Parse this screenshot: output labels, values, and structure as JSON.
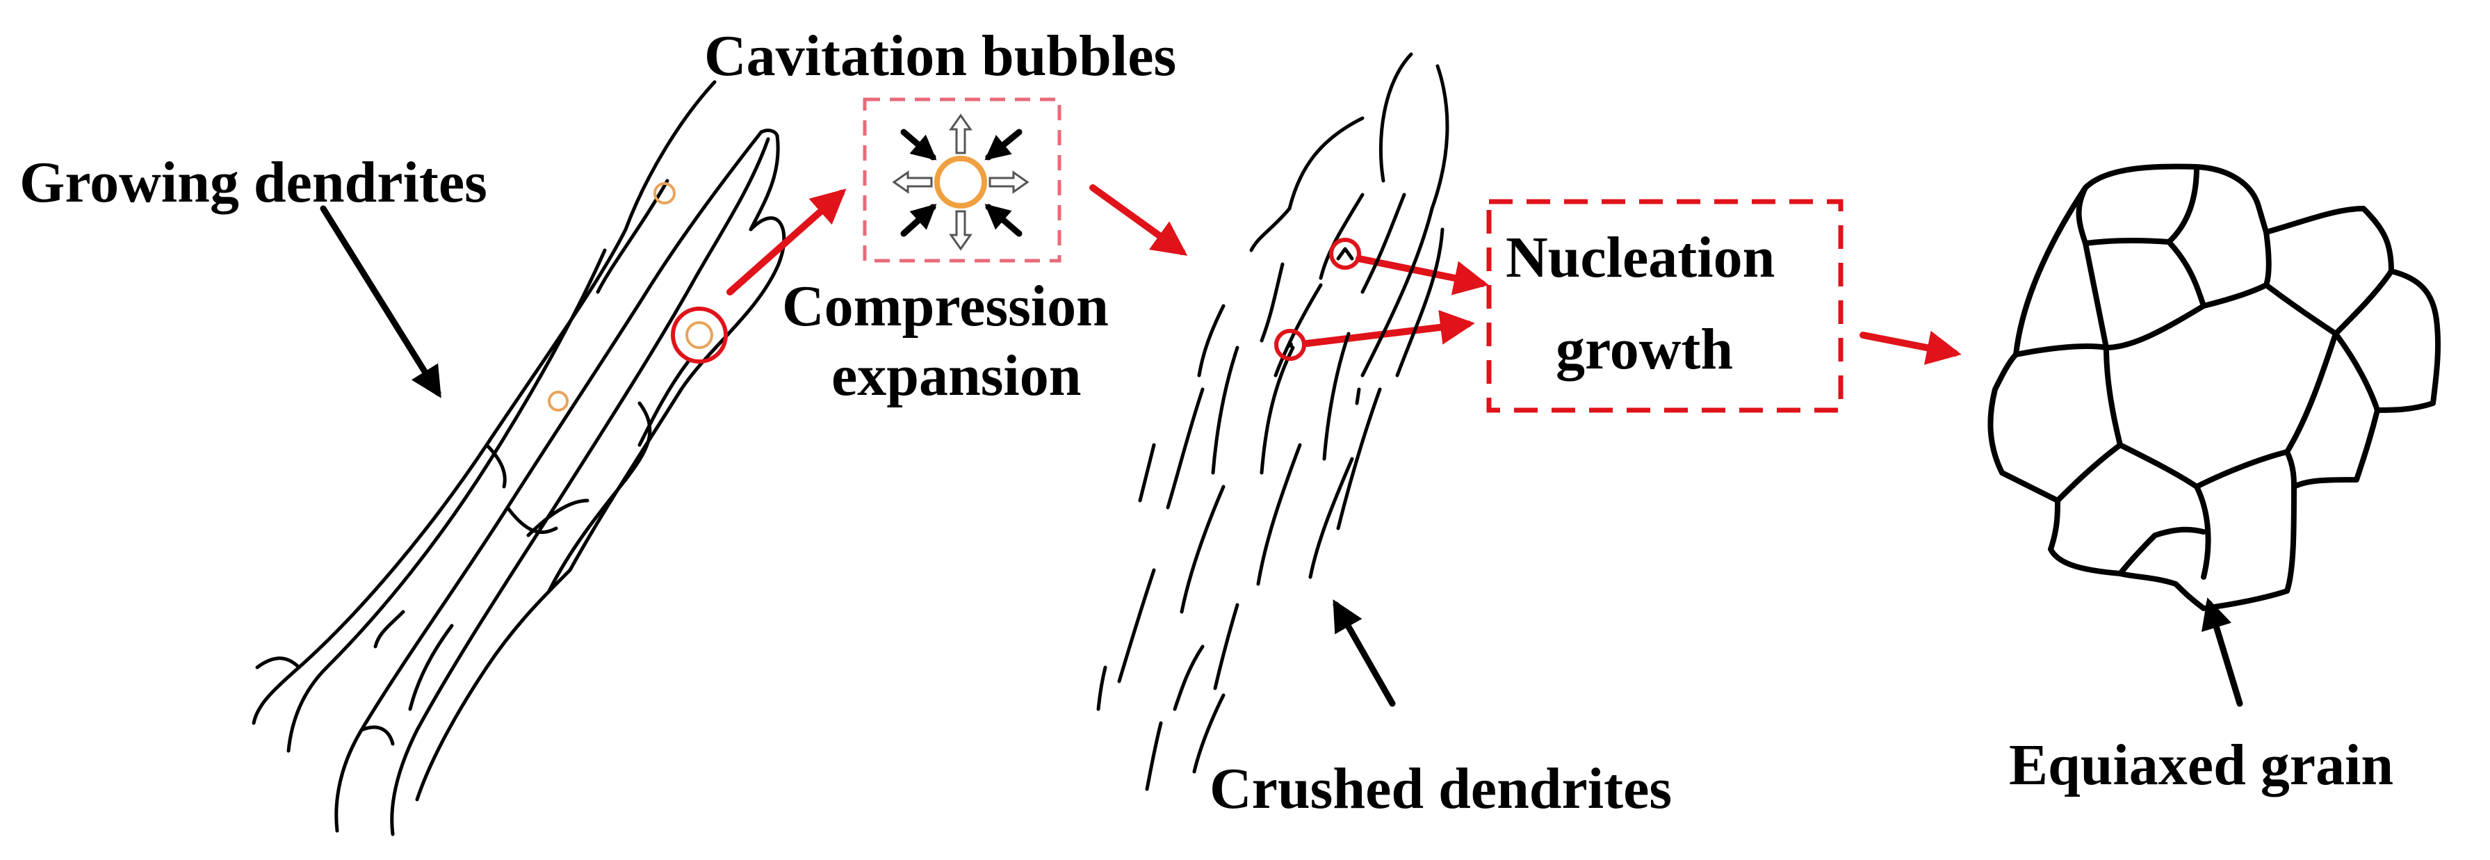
{
  "labels": {
    "growing_dendrites": "Growing dendrites",
    "cavitation_bubbles": "Cavitation bubbles",
    "compression": "Compression",
    "expansion": "expansion",
    "nucleation": "Nucleation",
    "growth": "growth",
    "crushed_dendrites": "Crushed dendrites",
    "equiaxed_grain": "Equiaxed grain"
  },
  "colors": {
    "arrow_red": "#e0121a",
    "bubble_orange": "#f0a040",
    "box_red": "#e0121a",
    "box_pink": "#e86a7a",
    "ink": "#000000"
  }
}
